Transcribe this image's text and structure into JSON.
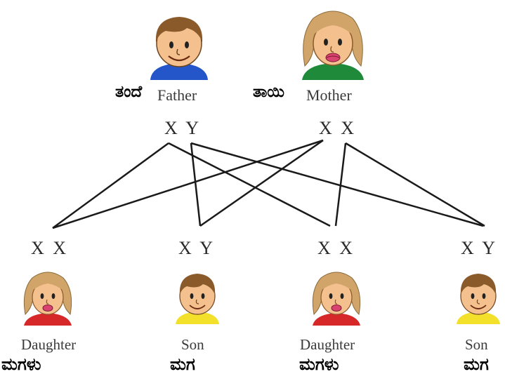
{
  "parents": {
    "father": {
      "label_en": "Father",
      "label_kn": "ತಂದೆ",
      "chromosomes": "XY"
    },
    "mother": {
      "label_en": "Mother",
      "label_kn": "ತಾಯಿ",
      "chromosomes": "XX"
    }
  },
  "children": [
    {
      "label_en": "Daughter",
      "label_kn": "ಮಗಳು",
      "chromosomes": "XX"
    },
    {
      "label_en": "Son",
      "label_kn": "ಮಗ",
      "chromosomes": "XY"
    },
    {
      "label_en": "Daughter",
      "label_kn": "ಮಗಳು",
      "chromosomes": "XX"
    },
    {
      "label_en": "Son",
      "label_kn": "ಮಗ",
      "chromosomes": "XY"
    }
  ],
  "colors": {
    "line": "#1a1a1a",
    "skin": "#f3c08e",
    "male_hair": "#8a5a2b",
    "female_hair": "#d1a56a",
    "father_shirt": "#2456c9",
    "mother_shirt": "#1f8a3a",
    "daughter_shirt": "#d62828",
    "son_shirt": "#f2e02a"
  }
}
